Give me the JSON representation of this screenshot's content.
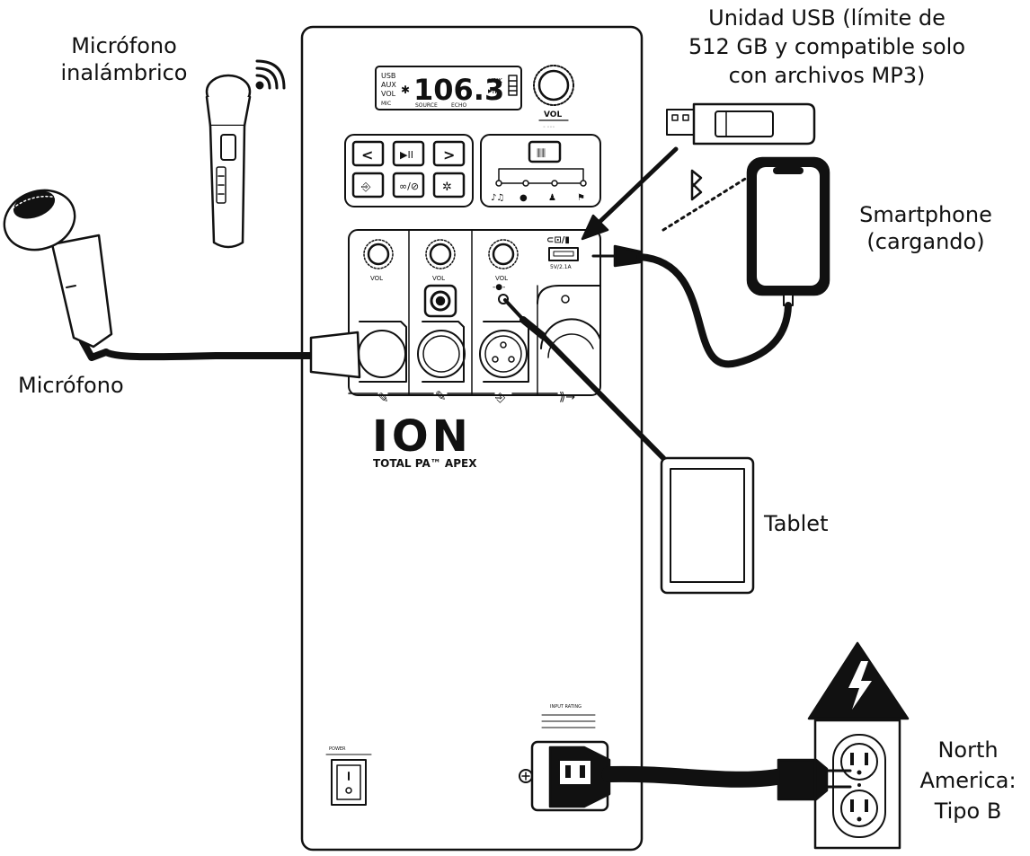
{
  "labels": {
    "wireless_mic_line1": "Micrófono",
    "wireless_mic_line2": "inalámbrico",
    "usb_line1": "Unidad USB (límite de",
    "usb_line2": "512 GB y compatible solo",
    "usb_line3": "con archivos MP3)",
    "smartphone_line1": "Smartphone",
    "smartphone_line2": "(cargando)",
    "microphone": "Micrófono",
    "tablet": "Tablet",
    "outlet_line1": "North",
    "outlet_line2": "America:",
    "outlet_line3": "Tipo B"
  },
  "device": {
    "display_sources": [
      "USB",
      "AUX",
      "VOL",
      "MIC"
    ],
    "display_freq": "106.3",
    "display_link": "LINK",
    "display_bottom": [
      "SOURCE",
      "ECHO"
    ],
    "main_vol_label": "VOL",
    "channel_vol_label": "VOL",
    "usb_rating": "5V/2.1A",
    "logo_text": "ION",
    "logo_subtext": "TOTAL PA™ APEX",
    "power_input_title": "INPUT RATING",
    "power_label": "POWER"
  }
}
